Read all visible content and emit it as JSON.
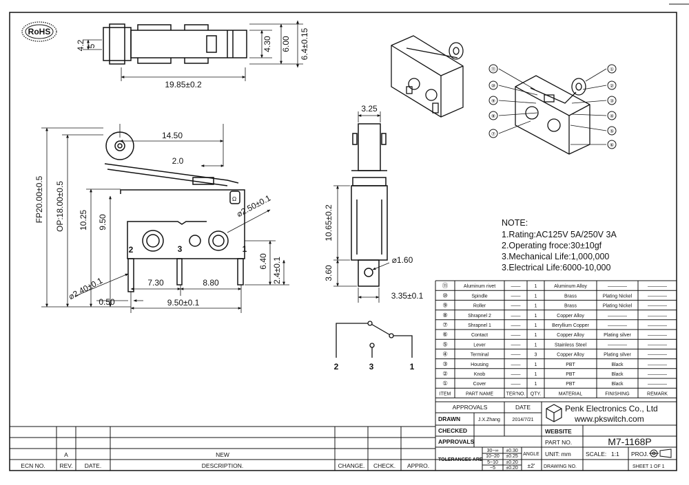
{
  "rohs_label": "RoHS",
  "dims": {
    "top_width": "19.85±0.2",
    "top_h1": "4.30",
    "top_h2": "6.00",
    "top_h3": "6.4±0.15",
    "top_left1": "4.2",
    "top_left2": "5",
    "lever_len": "14.50",
    "lever_off": "2.0",
    "fp": "FP20.00±0.5",
    "op": "OP:18.00±0.5",
    "h1025": "10.25",
    "h950": "9.50",
    "hole_d": "⌀2.50±0.1",
    "pin_d": "⌀2.40±0.1",
    "d640": "6.40",
    "d24": "2.4±0.1",
    "d730": "7.30",
    "d880": "8.80",
    "d050": "0.50",
    "d950b": "9.50±0.1",
    "side_w": "3.25",
    "side_h": "10.65±0.2",
    "side_360": "3.60",
    "side_hole": "⌀1.60",
    "side_335": "3.35±0.1"
  },
  "terminals": {
    "t1": "1",
    "t2": "2",
    "t3": "3",
    "body_mark": "Ω"
  },
  "schematic": {
    "p2": "2",
    "p3": "3",
    "p1": "1"
  },
  "callouts": [
    "⑪",
    "⑩",
    "⑨",
    "⑧",
    "⑦",
    "①",
    "②",
    "③",
    "④",
    "⑤",
    "⑥"
  ],
  "note": {
    "title": "NOTE:",
    "lines": [
      "1.Rating:AC125V 5A/250V 3A",
      "2.Operating froce:30±10gf",
      "3.Mechanical Life:1,000,000",
      "3.Electrical Life:6000-10,000"
    ]
  },
  "bom": {
    "rows": [
      {
        "no": "⑪",
        "part": "Aluminum rivet",
        "ter": "——",
        "qty": "1",
        "mat": "Aluminum Alloy",
        "fin": "————",
        "rem": "————"
      },
      {
        "no": "⑩",
        "part": "Spindle",
        "ter": "——",
        "qty": "1",
        "mat": "Brass",
        "fin": "Plating Nickel",
        "rem": "————"
      },
      {
        "no": "⑨",
        "part": "Roller",
        "ter": "——",
        "qty": "1",
        "mat": "Brass",
        "fin": "Plating Nickel",
        "rem": "————"
      },
      {
        "no": "⑧",
        "part": "Shrapnel 2",
        "ter": "——",
        "qty": "1",
        "mat": "Copper Alloy",
        "fin": "————",
        "rem": "————"
      },
      {
        "no": "⑦",
        "part": "Shrapnel 1",
        "ter": "——",
        "qty": "1",
        "mat": "Beryllium Copper",
        "fin": "————",
        "rem": "————"
      },
      {
        "no": "⑥",
        "part": "Contact",
        "ter": "——",
        "qty": "1",
        "mat": "Copper Alloy",
        "fin": "Plating silver",
        "rem": "————"
      },
      {
        "no": "⑤",
        "part": "Lever",
        "ter": "——",
        "qty": "1",
        "mat": "Stainless Steel",
        "fin": "————",
        "rem": "————"
      },
      {
        "no": "④",
        "part": "Terminal",
        "ter": "——",
        "qty": "3",
        "mat": "Copper Alloy",
        "fin": "Plating silver",
        "rem": "————"
      },
      {
        "no": "③",
        "part": "Housing",
        "ter": "——",
        "qty": "1",
        "mat": "PBT",
        "fin": "Black",
        "rem": "————"
      },
      {
        "no": "②",
        "part": "Knob",
        "ter": "——",
        "qty": "1",
        "mat": "PBT",
        "fin": "Black",
        "rem": "————"
      },
      {
        "no": "①",
        "part": "Cover",
        "ter": "——",
        "qty": "1",
        "mat": "PBT",
        "fin": "Black",
        "rem": "————"
      }
    ],
    "headers": {
      "item": "ITEM",
      "part": "PART NAME",
      "ter": "TER'NO.",
      "qty": "QTY.",
      "mat": "MATERIAL",
      "fin": "FINISHING",
      "rem": "REMARK"
    }
  },
  "title_block": {
    "approvals": "APPROVALS",
    "date": "DATE",
    "drawn": "DRAWN",
    "drawn_by": "J.X.Zhang",
    "drawn_date": "2014/7/21",
    "checked": "CHECKED",
    "approvals2": "APPROVALS",
    "tolerances": "TOLERANCES ARE",
    "tol_ranges": [
      "30~∞",
      "10~20",
      "5~10",
      "~5"
    ],
    "tol_values": [
      "±0.30",
      "±0.25",
      "±0.20",
      "±0.20"
    ],
    "angle": "ANGLE",
    "angle_val": "±2'",
    "company": "Penk Electronics Co., Ltd",
    "website_url": "www.pkswitch.com",
    "website": "WEBSITE",
    "part_no_label": "PART NO.",
    "part_no": "M7-1168P",
    "unit": "UNIT: mm",
    "scale": "SCALE:",
    "scale_val": "1:1",
    "proj": "PROJ.",
    "drawing_no": "DRAWING NO.",
    "sheet": "SHEET  1  OF  1"
  },
  "revision": {
    "rev_a": "A",
    "new": "NEW",
    "ecn": "ECN NO.",
    "rev": "REV.",
    "date": "DATE.",
    "desc": "DESCRIPTION.",
    "change": "CHANGE.",
    "check": "CHECK.",
    "appro": "APPRO."
  }
}
